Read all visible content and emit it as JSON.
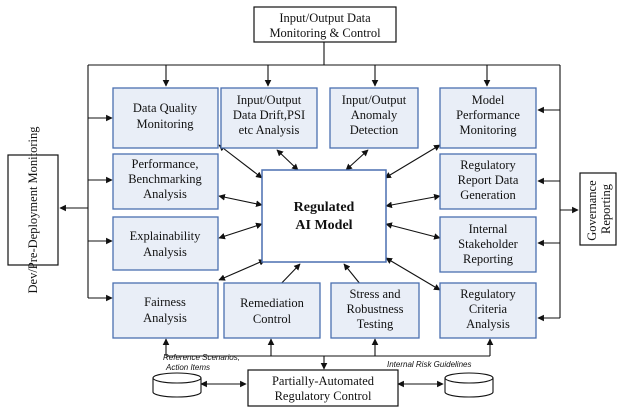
{
  "top_box": {
    "lines": [
      "Input/Output Data",
      "Monitoring & Control"
    ]
  },
  "center_box": {
    "lines": [
      "Regulated",
      "AI Model"
    ]
  },
  "left_side": {
    "label": "Dev/Pre-Deployment Monitoring"
  },
  "right_side": {
    "label": "Governance Reporting"
  },
  "bottom_box": {
    "lines": [
      "Partially-Automated",
      "Regulatory Control"
    ]
  },
  "modules": {
    "data_quality": [
      "Data Quality",
      "Monitoring"
    ],
    "data_drift": [
      "Input/Output",
      "Data Drift,PSI",
      "etc Analysis"
    ],
    "anomaly": [
      "Input/Output",
      "Anomaly",
      "Detection"
    ],
    "model_perf": [
      "Model",
      "Performance",
      "Monitoring"
    ],
    "benchmark": [
      "Performance,",
      "Benchmarking",
      "Analysis"
    ],
    "explainability": [
      "Explainability",
      "Analysis"
    ],
    "fairness": [
      "Fairness",
      "Analysis"
    ],
    "remediation": [
      "Remediation",
      "Control"
    ],
    "stress": [
      "Stress and",
      "Robustness",
      "Testing"
    ],
    "reg_criteria": [
      "Regulatory",
      "Criteria",
      "Analysis"
    ],
    "reg_report": [
      "Regulatory",
      "Report Data",
      "Generation"
    ],
    "stakeholder": [
      "Internal",
      "Stakeholder",
      "Reporting"
    ]
  },
  "notes": {
    "left": [
      "Reference Scenarios,",
      "Action Items"
    ],
    "right": [
      "Internal Risk Guidelines"
    ]
  }
}
